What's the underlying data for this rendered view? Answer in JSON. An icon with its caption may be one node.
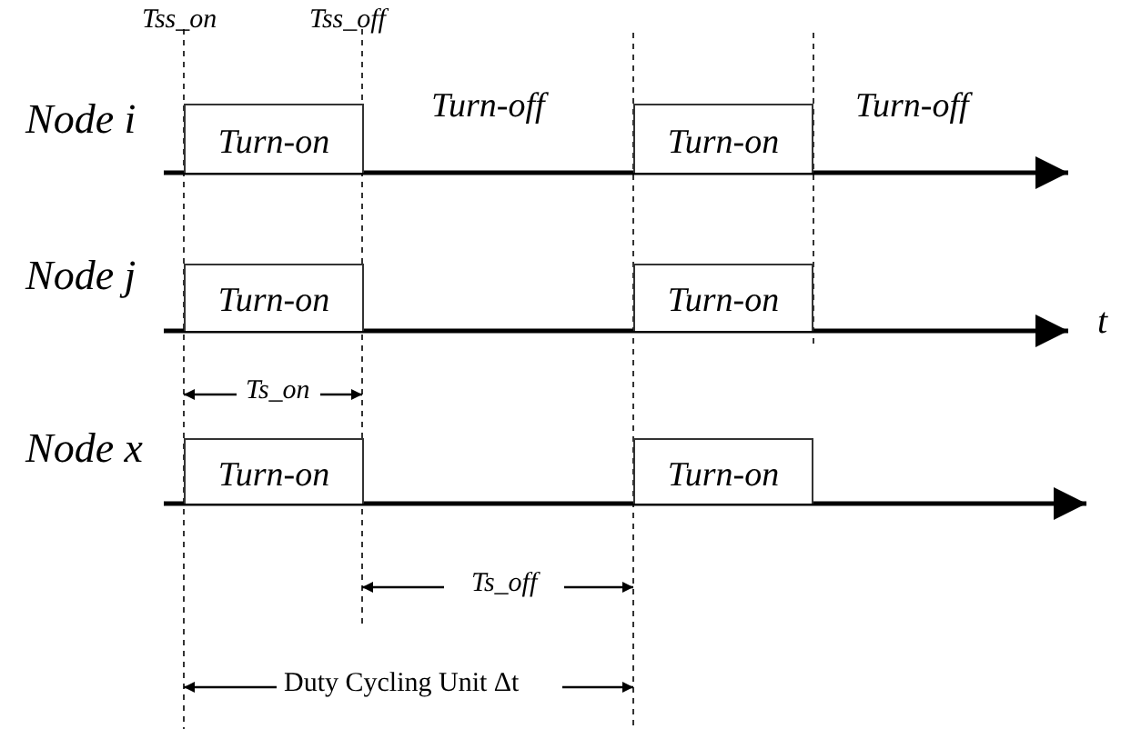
{
  "diagram": {
    "nodes": [
      {
        "text": [
          "Turn-on"
        ]
      },
      {
        "text": [
          "Turn-on"
        ]
      },
      {
        "text": [
          "Turn-on"
        ]
      },
      {
        "text": [
          "Turn-on"
        ]
      },
      {
        "text": [
          "Turn-on"
        ]
      },
      {
        "text": [
          "Turn-on"
        ]
      }
    ],
    "edges": [],
    "labels": [
      "Tss_on",
      "Tss_off",
      "Node i",
      "Turn-off",
      "Turn-off",
      "Node j",
      "t",
      "Ts_on",
      "Node x",
      "Ts_off",
      "Duty Cycling Unit Δt"
    ]
  }
}
